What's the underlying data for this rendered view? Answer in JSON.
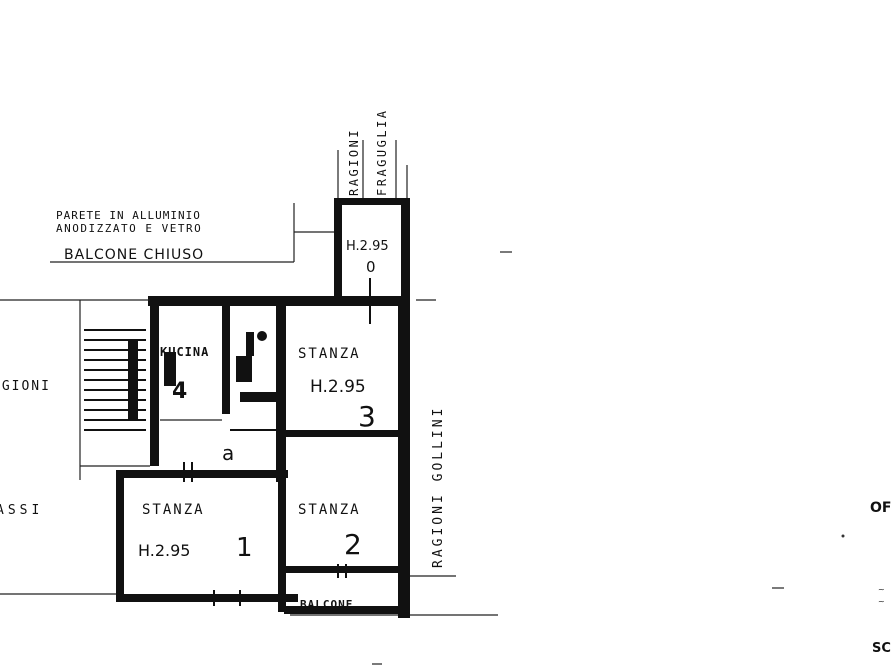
{
  "note": {
    "line1": "PARETE IN ALLUMINIO",
    "line2": "ANODIZZATO E VETRO",
    "line3": "BALCONE CHIUSO"
  },
  "streets": {
    "top_left": "RAGIONI",
    "top_right": "FRAGUGLIA",
    "right": "RAGIONI GOLLINI"
  },
  "rooms": {
    "balcony_height": "H.2.95",
    "balcony_number": "0",
    "kitchen": "KUCINA",
    "kitchen_number": "4",
    "bath_mark": "a",
    "room3_name": "STANZA",
    "room3_height": "H.2.95",
    "room3_number": "3",
    "room1_name": "STANZA",
    "room1_height": "H.2.95",
    "room1_number": "1",
    "room2_name": "STANZA",
    "room2_number": "2",
    "balcone": "BALCONE"
  },
  "left_edge": {
    "upper": "AGIONI",
    "lower": "ASSI"
  },
  "right_edge": {
    "top": "OF",
    "bottom": "SC"
  }
}
